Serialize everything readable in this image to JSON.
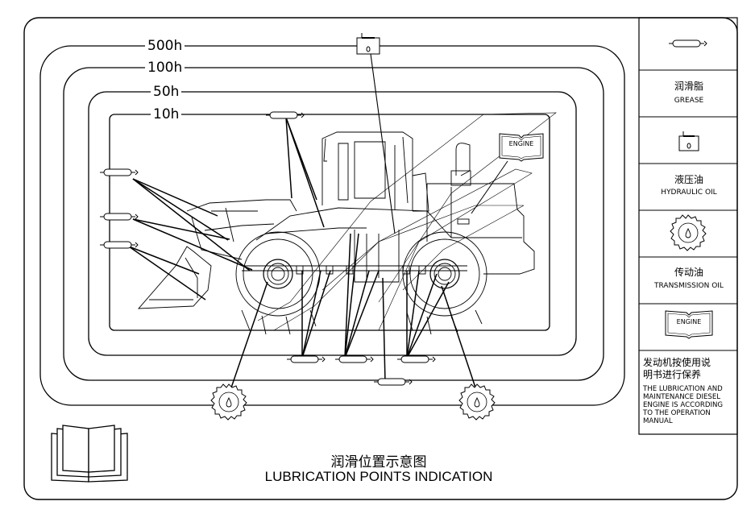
{
  "intervals": {
    "h500": "500h",
    "h100": "100h",
    "h50": "50h",
    "h10": "10h"
  },
  "legend": {
    "grease": {
      "cn": "润滑脂",
      "en": "GREASE"
    },
    "hydraulic": {
      "cn": "液压油",
      "en": "HYDRAULIC OIL"
    },
    "transmission": {
      "cn": "传动油",
      "en": "TRANSMISSION OIL"
    },
    "engine": {
      "book_word": "ENGINE",
      "cn_line1": "发动机按使用说",
      "cn_line2": "明书进行保养",
      "en_line1": "THE LUBRICATION AND",
      "en_line2": "MAINTENANCE DIESEL",
      "en_line3": "ENGINE IS ACCORDING",
      "en_line4": "TO THE OPERATION",
      "en_line5": "MANUAL"
    }
  },
  "diagram": {
    "engine_book_word": "ENGINE"
  },
  "title": {
    "cn": "润滑位置示意图",
    "en": "LUBRICATION POINTS INDICATION"
  },
  "icons": [
    "grease-gun-icon",
    "hydraulic-tank-icon",
    "gear-icon",
    "engine-manual-book-icon",
    "open-book-icon"
  ]
}
